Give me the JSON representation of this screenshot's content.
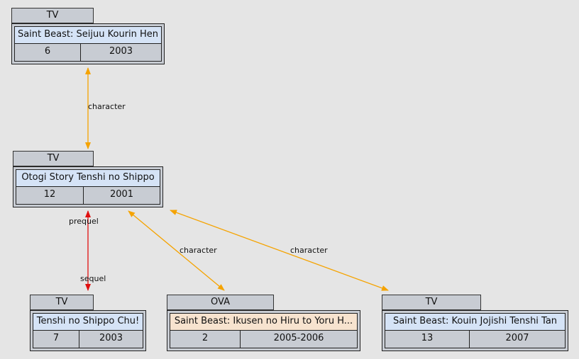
{
  "colors": {
    "background": "#e5e5e5",
    "tab": "#c8ccd3",
    "tv_title": "#d5e3f6",
    "ova_title": "#f7e3cf",
    "character_edge": "#f5a300",
    "sequel_edge": "#e01010"
  },
  "nodes": [
    {
      "id": "saint-beast-seijuu",
      "type": "TV",
      "title": "Saint Beast: Seijuu Kourin Hen",
      "episodes": "6",
      "year": "2003"
    },
    {
      "id": "otogi-story",
      "type": "TV",
      "title": "Otogi Story Tenshi no Shippo",
      "episodes": "12",
      "year": "2001"
    },
    {
      "id": "tenshi-chu",
      "type": "TV",
      "title": "Tenshi no Shippo Chu!",
      "episodes": "7",
      "year": "2003"
    },
    {
      "id": "ikusen",
      "type": "OVA",
      "title": "Saint Beast: Ikusen no Hiru to Yoru H...",
      "episodes": "2",
      "year": "2005-2006"
    },
    {
      "id": "kouin",
      "type": "TV",
      "title": "Saint Beast: Kouin Jojishi Tenshi Tan",
      "episodes": "13",
      "year": "2007"
    }
  ],
  "edges": [
    {
      "from": "saint-beast-seijuu",
      "to": "otogi-story",
      "label": "character"
    },
    {
      "from": "otogi-story",
      "to": "tenshi-chu",
      "label_from": "prequel",
      "label_to": "sequel"
    },
    {
      "from": "otogi-story",
      "to": "ikusen",
      "label": "character"
    },
    {
      "from": "otogi-story",
      "to": "kouin",
      "label": "character"
    }
  ]
}
